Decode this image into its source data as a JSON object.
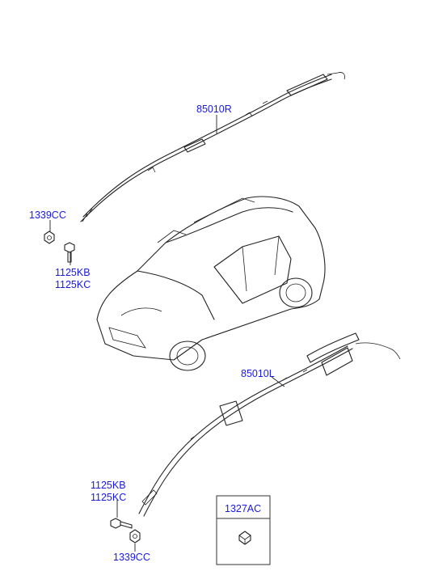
{
  "callouts": {
    "curtain_airbag_right": "85010R",
    "curtain_airbag_left": "85010L",
    "nut_top": "1339CC",
    "bolt_top_line1": "1125KB",
    "bolt_top_line2": "1125KC",
    "bolt_bottom_line1": "1125KB",
    "bolt_bottom_line2": "1125KC",
    "nut_bottom": "1339CC",
    "clip_box": "1327AC"
  }
}
